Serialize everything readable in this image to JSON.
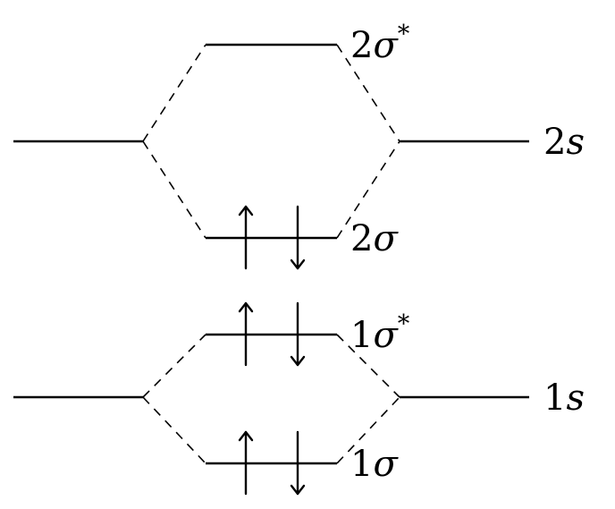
{
  "orbitals": {
    "s2": {
      "num": "2",
      "sym": "s"
    },
    "s1": {
      "num": "1",
      "sym": "s"
    },
    "sigma2_star": {
      "num": "2",
      "sym": "σ",
      "sup": "*"
    },
    "sigma2": {
      "num": "2",
      "sym": "σ"
    },
    "sigma1_star": {
      "num": "1",
      "sym": "σ",
      "sup": "*"
    },
    "sigma1": {
      "num": "1",
      "sym": "σ"
    }
  },
  "occupancy": {
    "sigma2_star": 0,
    "sigma2": 2,
    "sigma1_star": 2,
    "sigma1": 2
  }
}
